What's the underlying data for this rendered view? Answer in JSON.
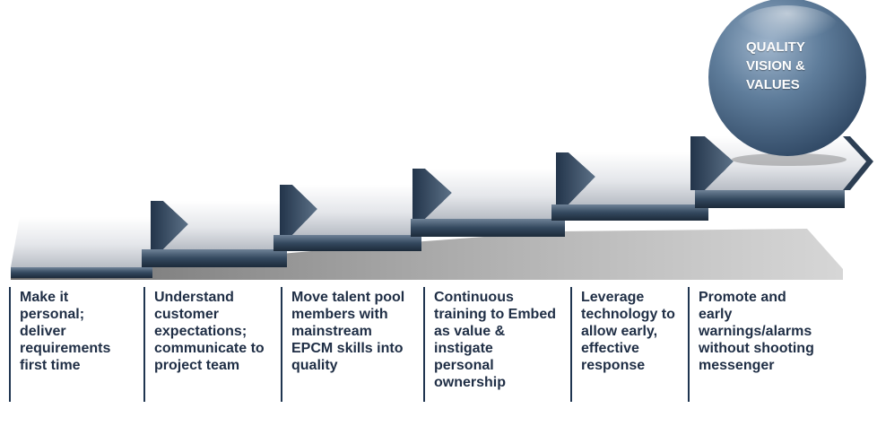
{
  "goal": {
    "label": "QUALITY\nVISION &\nVALUES"
  },
  "steps": [
    {
      "text": "Make it\npersonal;\ndeliver\nrequirements\nfirst time"
    },
    {
      "text": "Understand\ncustomer\nexpectations;\ncommunicate to\nproject team"
    },
    {
      "text": "Move talent pool\nmembers with\nmainstream\nEPCM skills into\nquality"
    },
    {
      "text": "Continuous\ntraining to Embed\nas value &\ninstigate\npersonal\nownership"
    },
    {
      "text": "Leverage\ntechnology to\nallow early,\neffective\nresponse"
    },
    {
      "text": "Promote and\nearly\nwarnings/alarms\nwithout shooting\nmessenger"
    }
  ],
  "colors": {
    "text": "#1f2e45",
    "divider": "#1f3550",
    "step_face": "#e6e8ec",
    "step_side": "#34495f",
    "goal_sphere": "#5a7896"
  }
}
